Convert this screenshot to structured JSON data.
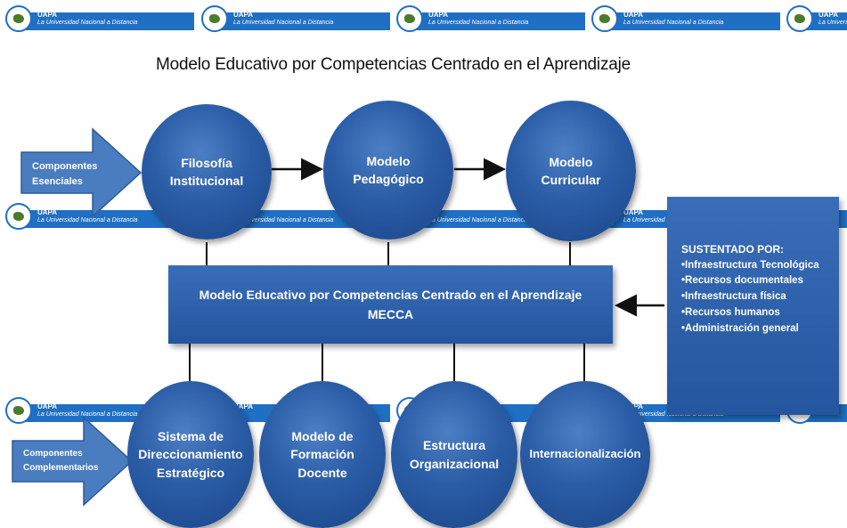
{
  "watermark": {
    "org": "UAPA",
    "tagline": "La Universidad Nacional a Distancia"
  },
  "title": "Modelo Educativo por Competencias Centrado en el Aprendizaje",
  "essentials": {
    "label": "Componentes Esenciales",
    "nodes": [
      "Filosofía\nInstitucional",
      "Modelo\nPedagógico",
      "Modelo\nCurricular"
    ]
  },
  "center": {
    "line1": "Modelo Educativo por Competencias Centrado en el Aprendizaje",
    "line2": "MECCA"
  },
  "sustained": {
    "heading": "SUSTENTADO POR:",
    "items": [
      "•Infraestructura Tecnológica",
      "•Recursos documentales",
      "•Infraestructura física",
      "•Recursos humanos",
      "•Administración general"
    ]
  },
  "complementary": {
    "label": "Componentes Complementarios",
    "nodes": [
      "Sistema de\nDireccionamiento\nEstratégico",
      "Modelo de\nFormación\nDocente",
      "Estructura\nOrganizacional",
      "Internacionalización"
    ]
  },
  "colors": {
    "node": "#2a5ca6",
    "watermark_bar": "#1f6fc4",
    "arrow": "#3f72b8"
  }
}
